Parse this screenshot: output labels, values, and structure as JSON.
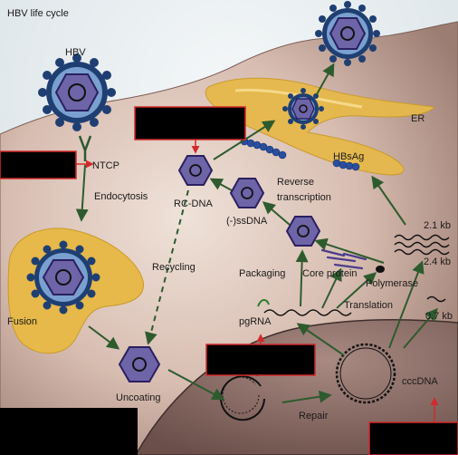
{
  "title": "HBV life cycle",
  "labels": {
    "hbv": "HBV",
    "ntcp": "NTCP",
    "er": "ER",
    "hbsag": "HBsAg",
    "endocytosis": "Endocytosis",
    "rc_dna": "RC-DNA",
    "reverse_transcription_1": "Reverse",
    "reverse_transcription_2": "transcription",
    "ss_dna": "(-)ssDNA",
    "recycling": "Recycling",
    "packaging": "Packaging",
    "core_protein": "Core protein",
    "polymerase": "Polymerase",
    "translation": "Translation",
    "pgrna": "pgRNA",
    "fusion": "Fusion",
    "uncoating": "Uncoating",
    "repair": "Repair",
    "cccdna": "cccDNA",
    "kb_2_1": "2.1 kb",
    "kb_2_4": "2.4 kb",
    "kb_0_7": "0.7 kb"
  },
  "colors": {
    "cell_cytoplasm": "#c9aaa0",
    "nucleus": "#8a6a64",
    "background": "#dfe7ea",
    "er": "#e6b94a",
    "virion_envelope": "#1f3f73",
    "capsid": "#6e64a8",
    "arrow_green": "#2e5b2e",
    "callout_red": "#d12a2a",
    "redaction": "#000000"
  }
}
